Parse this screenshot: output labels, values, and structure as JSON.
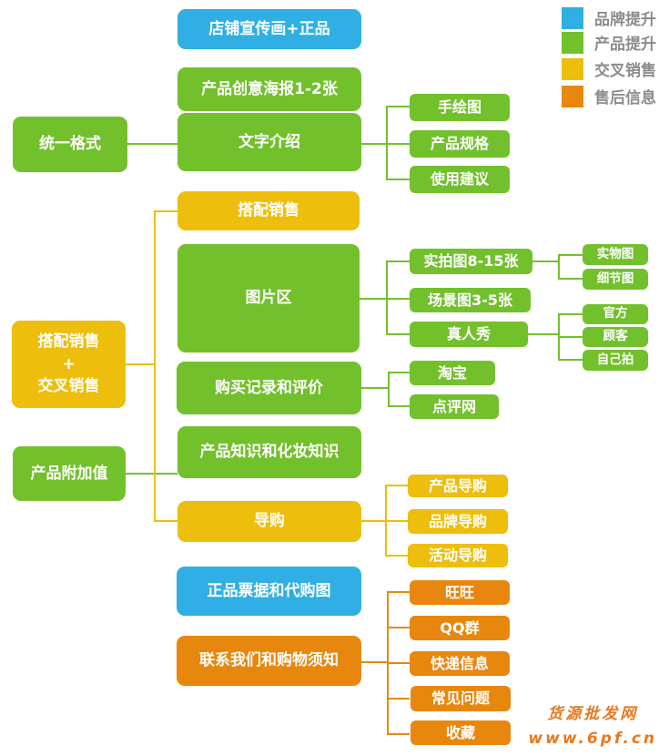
{
  "colors": {
    "blue": "#2FAFE3",
    "green": "#73C02D",
    "yellow": "#EEBE0C",
    "orange": "#E8870E",
    "legend_text": "#8C8C8C",
    "watermark_text": "#E8781E"
  },
  "legend": {
    "items": [
      {
        "label": "品牌提升",
        "color": "blue"
      },
      {
        "label": "产品提升",
        "color": "green"
      },
      {
        "label": "交叉销售",
        "color": "yellow"
      },
      {
        "label": "售后信息",
        "color": "orange"
      }
    ]
  },
  "nodes": {
    "unified_format": "统一格式",
    "bundle_cross": "搭配销售\n+\n交叉销售",
    "added_value": "产品附加值",
    "shop_banner": "店铺宣传画+正品",
    "poster": "产品创意海报1-2张",
    "text_intro": "文字介绍",
    "bundle_sale": "搭配销售",
    "picture_area": "图片区",
    "purchase_records": "购买记录和评价",
    "product_knowledge": "产品知识和化妆知识",
    "shopping_guide": "导购",
    "receipts": "正品票据和代购图",
    "contact_us": "联系我们和购物须知",
    "hand_drawn": "手绘图",
    "product_specs": "产品规格",
    "usage_advice": "使用建议",
    "real_shots": "实拍图8-15张",
    "scene_shots": "场景图3-5张",
    "real_person": "真人秀",
    "taobao": "淘宝",
    "dianping": "点评网",
    "product_guide": "产品导购",
    "brand_guide": "品牌导购",
    "activity_guide": "活动导购",
    "wangwang": "旺旺",
    "qq_group": "QQ群",
    "express_info": "快递信息",
    "faq": "常见问题",
    "favorites": "收藏",
    "object_shot": "实物图",
    "detail_shot": "细节图",
    "official": "官方",
    "customer": "顾客",
    "self_shot": "自己拍"
  },
  "watermark": {
    "line1": "货源批发网",
    "line2": "www.6pf.cn"
  }
}
